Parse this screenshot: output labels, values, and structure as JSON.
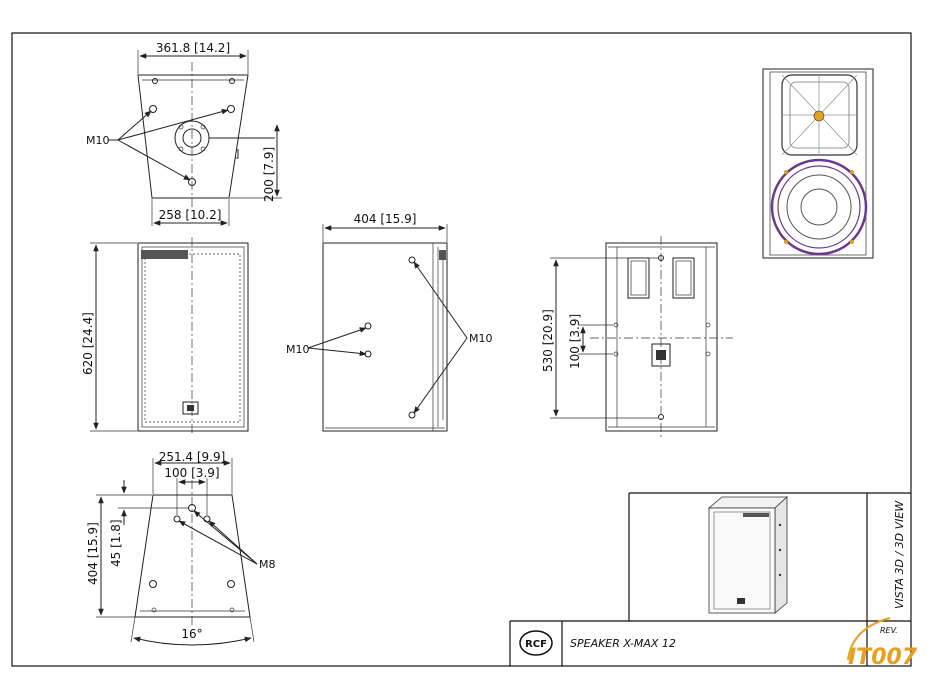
{
  "top_view": {
    "width_top": "361.8 [14.2]",
    "width_bottom": "258 [10.2]",
    "depth": "200 [7.9]",
    "holes": "M10"
  },
  "front_view": {
    "height": "620 [24.4]"
  },
  "side_view": {
    "width": "404 [15.9]",
    "holes_left": "M10",
    "holes_right": "M10"
  },
  "rear_view": {
    "height": "530 [20.9]",
    "spacing": "100 [3.9]"
  },
  "bottom_view": {
    "width": "251.4 [9.9]",
    "spacing": "100 [3.9]",
    "depth": "404 [15.9]",
    "offset": "45 [1.8]",
    "holes": "M8",
    "angle": "16°"
  },
  "title_block": {
    "view_label": "VISTA 3D / 3D VIEW",
    "logo": "RCF",
    "product": "SPEAKER X-MAX 12",
    "rev": "REV.",
    "watermark": "IT007"
  }
}
